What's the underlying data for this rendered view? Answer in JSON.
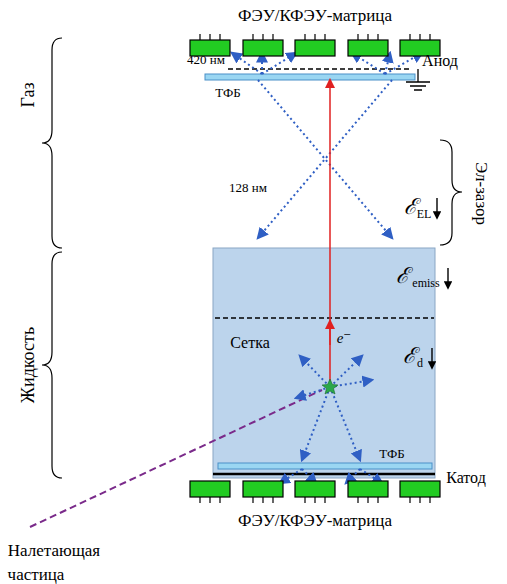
{
  "diagram": {
    "labels": [
      "ФЭУ/КФЭУ-матрица",
      "420 нм",
      "Анод",
      "ТФБ",
      "Газ",
      "128 нм",
      "ℰ",
      "EL",
      "Эл-зазор",
      "Жидкость",
      "ℰ",
      "emiss",
      "Сетка",
      "e⁻",
      "ℰ",
      "d",
      "ТФБ",
      "Катод",
      "ФЭУ/КФЭУ-матрица",
      "Налетающая",
      "частица"
    ]
  }
}
